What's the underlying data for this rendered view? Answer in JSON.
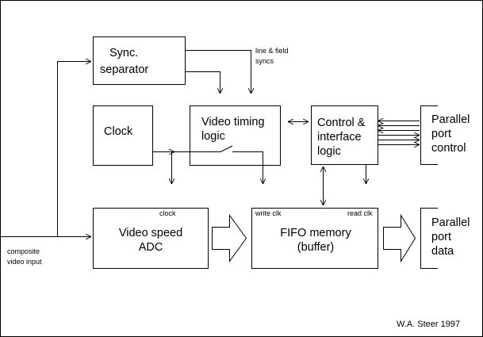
{
  "blocks": {
    "sync_separator": [
      "Sync.",
      "separator"
    ],
    "clock": [
      "Clock"
    ],
    "video_timing": [
      "Video timing",
      "logic"
    ],
    "control_interface": [
      "Control &",
      "interface",
      "logic"
    ],
    "parallel_control": [
      "Parallel",
      "port",
      "control"
    ],
    "adc": [
      "Video speed",
      "ADC"
    ],
    "fifo": [
      "FIFO memory",
      "(buffer)"
    ],
    "parallel_data": [
      "Parallel",
      "port",
      "data"
    ]
  },
  "labels": {
    "syncs": [
      "line & field",
      "syncs"
    ],
    "clock_tap": "clock",
    "write_clk": "write clk",
    "read_clk": "read clk",
    "input": [
      "composite",
      "video input"
    ]
  },
  "credit": "W.A. Steer 1997"
}
